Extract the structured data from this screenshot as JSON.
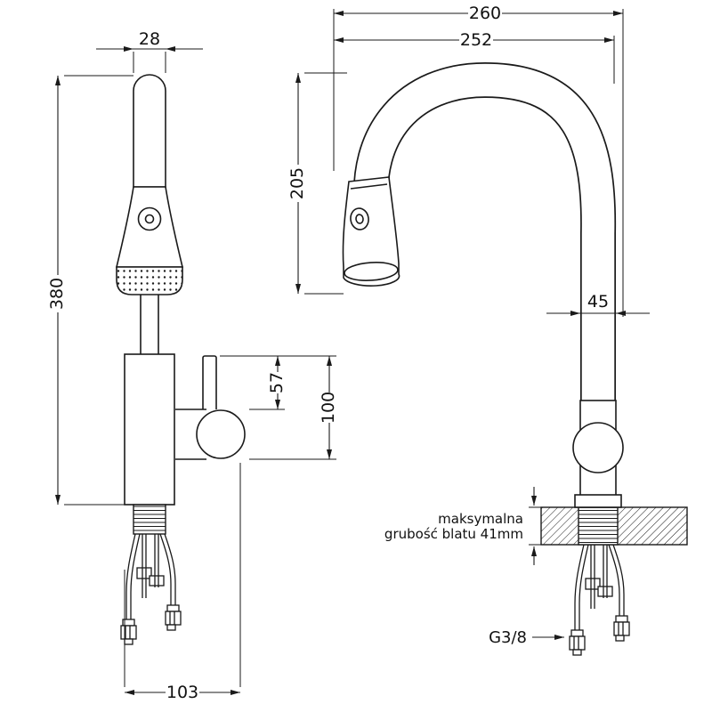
{
  "dims": {
    "head_width": "28",
    "total_height": "380",
    "lever_height": "57",
    "body_height": "100",
    "reach_total": "260",
    "reach_spout": "252",
    "spout_height": "205",
    "riser_width": "45",
    "base_depth": "103"
  },
  "labels": {
    "thread_size": "G3/8",
    "counter_note_line1": "maksymalna",
    "counter_note_line2": "grubość blatu 41mm"
  }
}
